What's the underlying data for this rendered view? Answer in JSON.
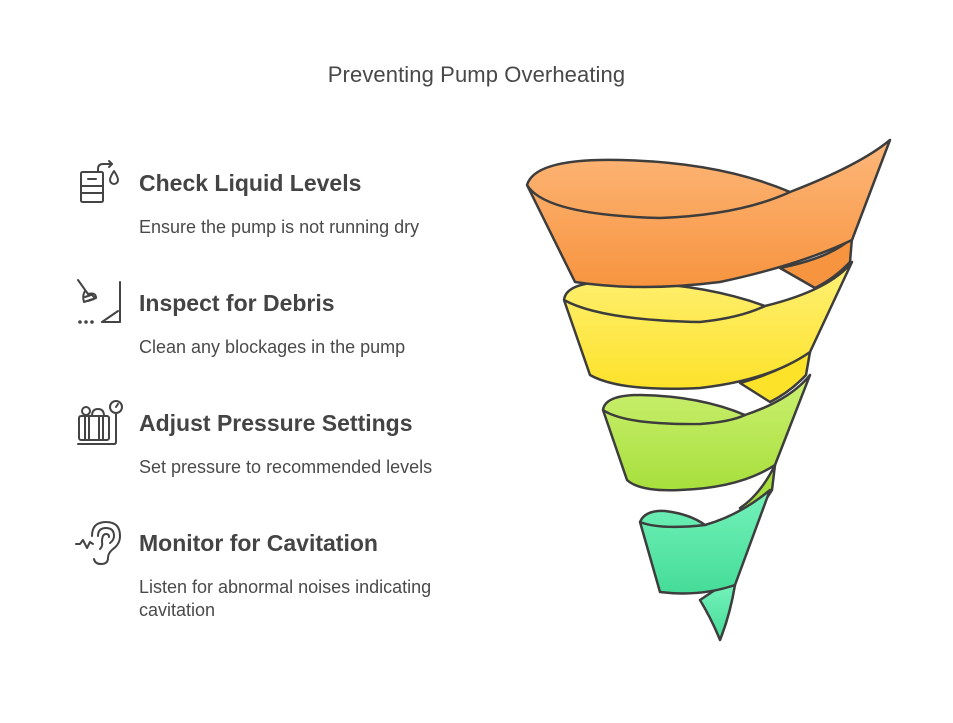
{
  "title": "Preventing Pump Overheating",
  "steps": [
    {
      "icon": "liquid-tank-icon",
      "heading": "Check Liquid Levels",
      "description": "Ensure the pump is not running dry"
    },
    {
      "icon": "rake-debris-icon",
      "heading": "Inspect for Debris",
      "description": "Clean any blockages in the pump"
    },
    {
      "icon": "pressure-gauge-icon",
      "heading": "Adjust Pressure Settings",
      "description": "Set pressure to recommended levels"
    },
    {
      "icon": "ear-listening-icon",
      "heading": "Monitor for Cavitation",
      "description": "Listen for abnormal noises indicating cavitation"
    }
  ],
  "funnel": {
    "segments": [
      {
        "name": "orange",
        "color_top": "#FDB77A",
        "color_bottom": "#F7943F"
      },
      {
        "name": "yellow",
        "color_top": "#FEF178",
        "color_bottom": "#FDE22A"
      },
      {
        "name": "lime",
        "color_top": "#CDF173",
        "color_bottom": "#A7DF3C"
      },
      {
        "name": "mint",
        "color_top": "#74F2BA",
        "color_bottom": "#45DC98"
      }
    ],
    "stroke": "#3d3d3d"
  }
}
